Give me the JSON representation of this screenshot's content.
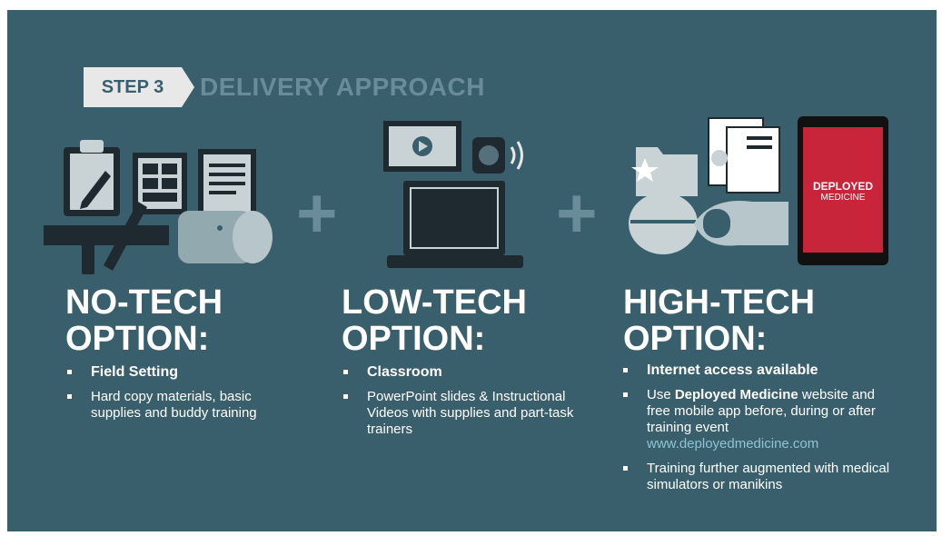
{
  "header": {
    "step_label": "STEP 3",
    "title": "DELIVERY APPROACH"
  },
  "plus_sign": "+",
  "options": [
    {
      "title_line1": "NO-TECH",
      "title_line2": "OPTION:",
      "bullets": [
        "Field Setting",
        "Hard copy materials, basic supplies and buddy training"
      ]
    },
    {
      "title_line1": "LOW-TECH",
      "title_line2": "OPTION:",
      "bullets": [
        "Classroom",
        "PowerPoint slides & Instructional Videos with supplies and part-task trainers"
      ]
    },
    {
      "title_line1": "HIGH-TECH",
      "title_line2": "OPTION:",
      "bullet1": "Internet access available",
      "bullet2_pre": "Use ",
      "bullet2_bold": "Deployed Medicine",
      "bullet2_post": " website and free mobile app before, during or after training event",
      "bullet2_link": "www.deployedmedicine.com",
      "bullet3": "Training further augmented with medical simulators or manikins"
    }
  ],
  "phone_screen": {
    "brand_line1": "DEPLOYED",
    "brand_line2": "MEDICINE"
  },
  "colors": {
    "background": "#3a5f6c",
    "muted_teal": "#6a8c98",
    "phone_red": "#c8253a"
  },
  "icons": [
    "clipboard-icon",
    "document-icon",
    "tourniquet-icon",
    "splint-roll-icon",
    "video-screen-icon",
    "speaker-icon",
    "laptop-icon",
    "folder-star-icon",
    "certificate-icon",
    "manikin-icon",
    "smartphone-icon"
  ]
}
